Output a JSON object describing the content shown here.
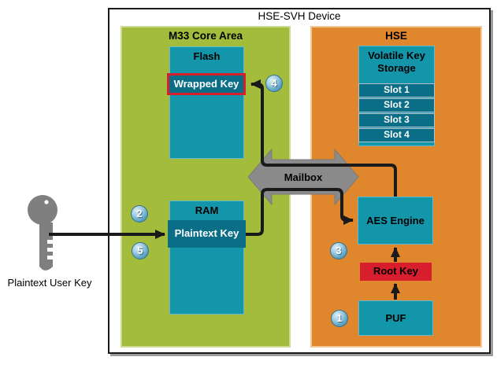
{
  "device": {
    "title": "HSE-SVH Device"
  },
  "m33_area": {
    "title": "M33 Core Area",
    "flash_label": "Flash",
    "wrapped_key_label": "Wrapped Key",
    "ram_label": "RAM",
    "plaintext_key_label": "Plaintext Key"
  },
  "hse_area": {
    "title": "HSE",
    "volatile_key_storage_label": "Volatile Key Storage",
    "slots": [
      "Slot 1",
      "Slot 2",
      "Slot 3",
      "Slot 4"
    ],
    "aes_engine_label": "AES Engine",
    "root_key_label": "Root Key",
    "puf_label": "PUF"
  },
  "mailbox_label": "Mailbox",
  "external_key_label": "Plaintext User Key",
  "step_badges": [
    "1",
    "2",
    "3",
    "4",
    "5"
  ],
  "colors": {
    "m33_green": "#A3BC3B",
    "hse_orange": "#E0862C",
    "module_teal": "#1496AA",
    "key_slot_dark_teal": "#0A6E87",
    "alert_red": "#D71E2D",
    "mailbox_gray": "#8A8A8A",
    "key_icon_gray": "#7F7F7F",
    "badge_blue": "#5EA3C4",
    "arrow_black": "#1A1A1A"
  }
}
